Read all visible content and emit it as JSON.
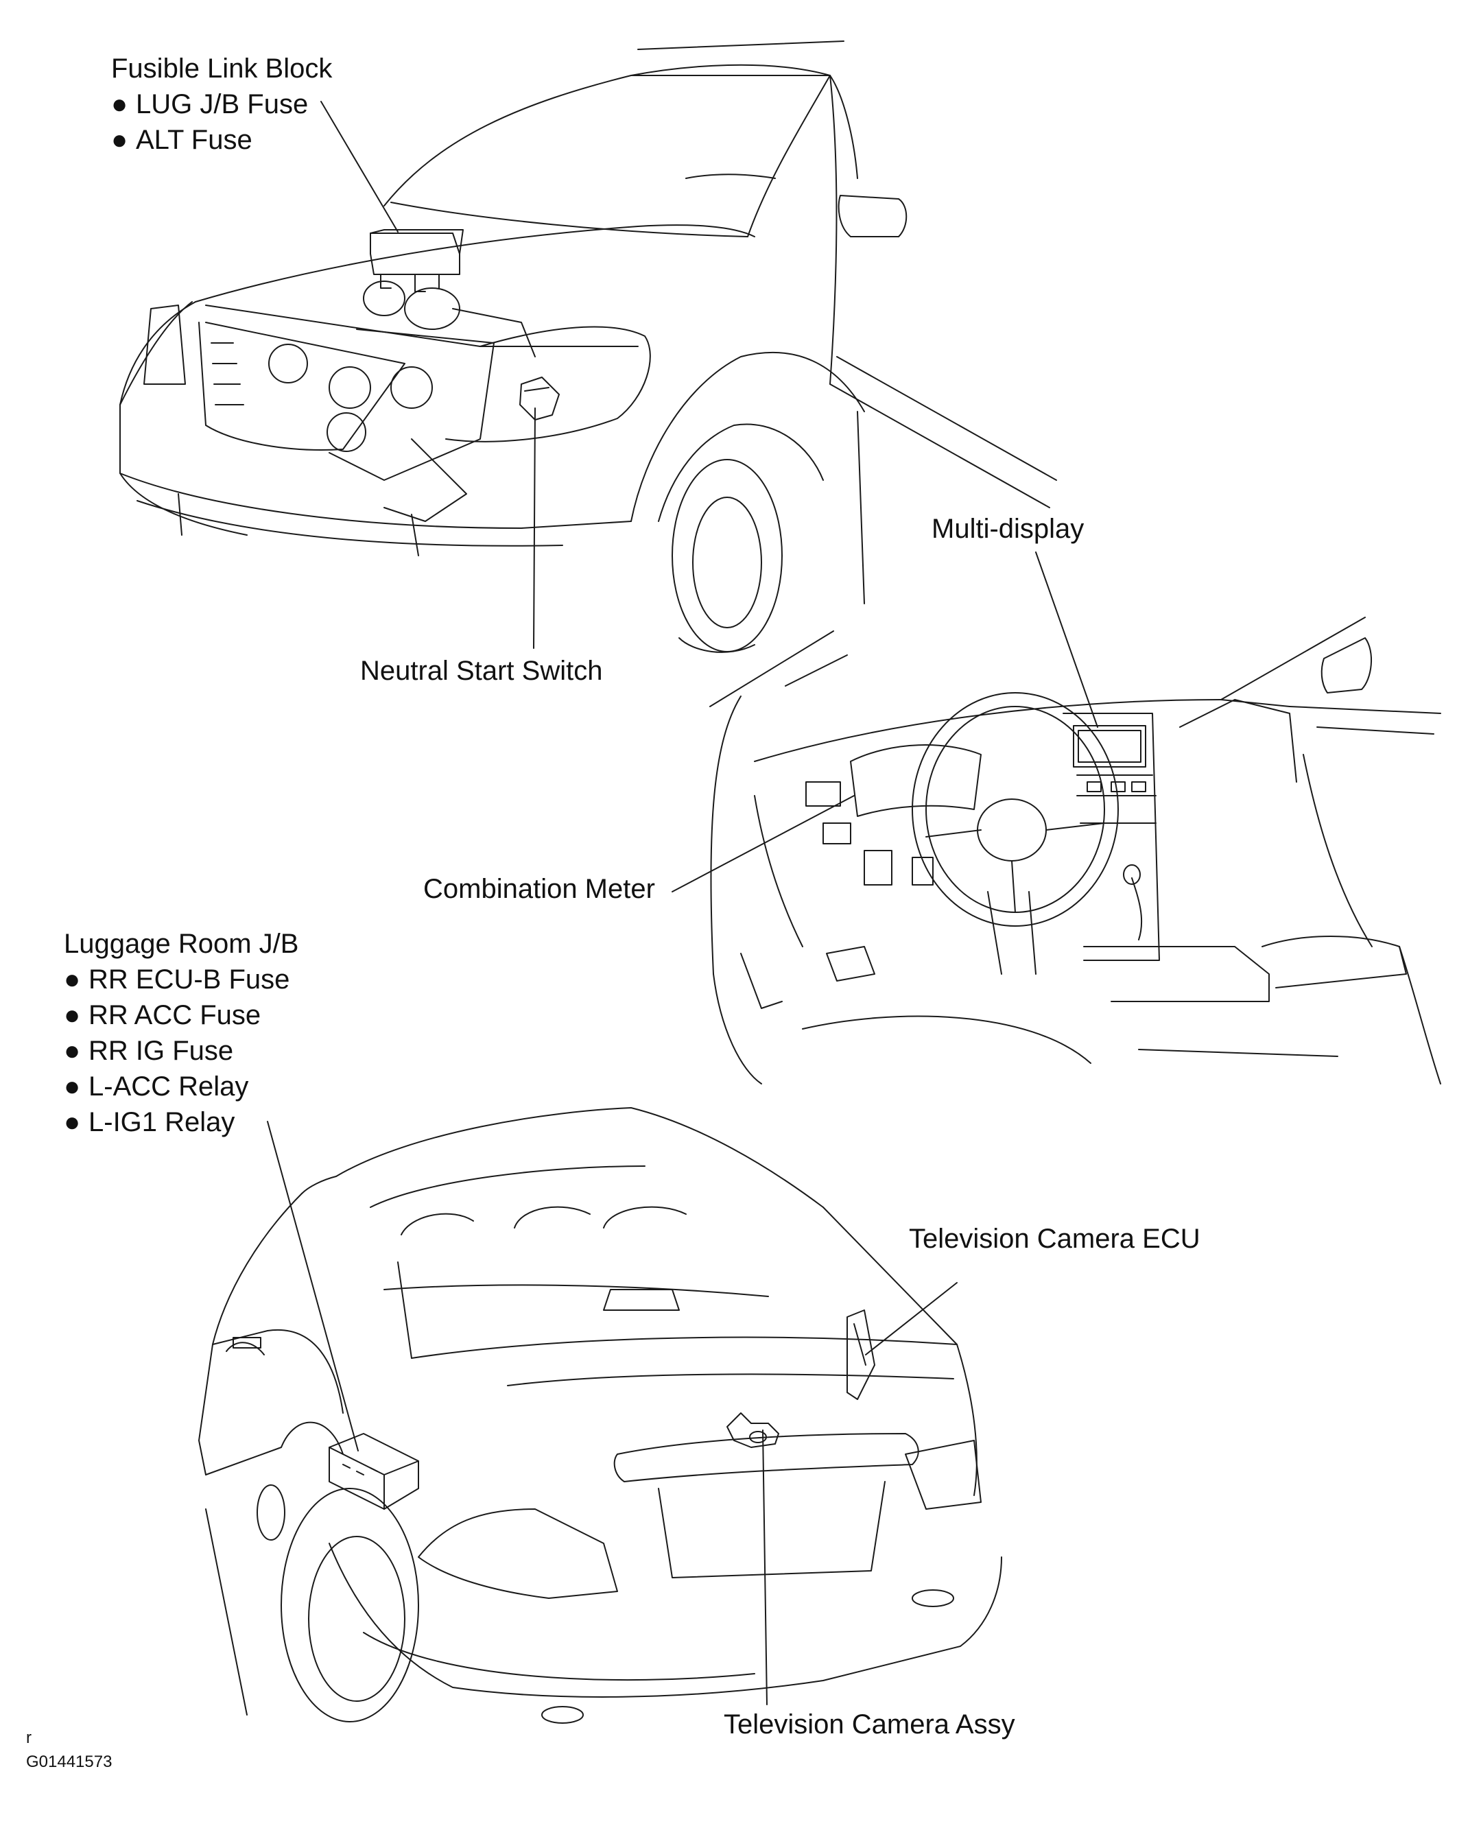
{
  "labels": {
    "fusible_link_block": {
      "title": "Fusible Link Block",
      "items": [
        "LUG J/B Fuse",
        "ALT Fuse"
      ]
    },
    "neutral_start_switch": "Neutral Start Switch",
    "multi_display": "Multi-display",
    "combination_meter": "Combination Meter",
    "luggage_room_jb": {
      "title": "Luggage Room J/B",
      "items": [
        "RR ECU-B Fuse",
        "RR ACC Fuse",
        "RR IG Fuse",
        "L-ACC Relay",
        "L-IG1 Relay"
      ]
    },
    "television_camera_ecu": "Television Camera ECU",
    "television_camera_assy": "Television Camera Assy"
  },
  "bullet_glyph": "●",
  "figure_code": "G01441573",
  "corner_mark": "r",
  "colors": {
    "line": "#1a1a1a",
    "background": "#ffffff"
  }
}
